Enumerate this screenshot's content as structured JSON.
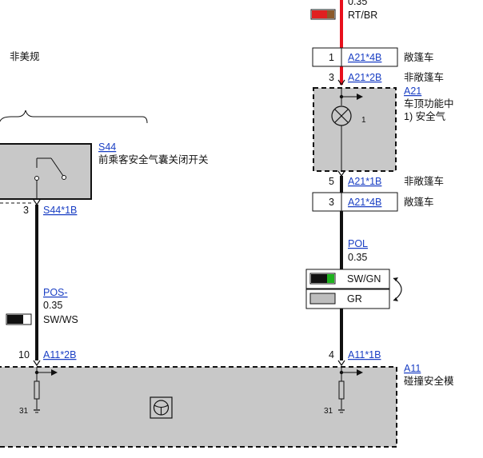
{
  "colors": {
    "wire_black": "#111111",
    "wire_red": "#e8101c",
    "link": "#1a3fc4",
    "component_fill": "#c8c8c8",
    "green_swatch": "#1fb21f",
    "brown_swatch": "#8b5a2b",
    "red_swatch": "#e02020",
    "gray_swatch": "#bdbdbd"
  },
  "top_wire": {
    "gauge": "0.35",
    "color_code": "RT/BR"
  },
  "region_label": "非美规",
  "connector_a21_4b_top": {
    "pin": "1",
    "ref": "A21*4B",
    "desc": "敞篷车"
  },
  "connector_a21_2b": {
    "pin": "3",
    "ref": "A21*2B",
    "desc": "非敞篷车"
  },
  "component_a21": {
    "ref": "A21",
    "desc_line1": "车顶功能中",
    "desc_line2": "1)  安全气",
    "inner_pin": "1",
    "icon": "lamp-icon"
  },
  "connector_a21_1b": {
    "pin": "5",
    "ref": "A21*1B",
    "desc": "非敞篷车"
  },
  "connector_a21_4b_bottom": {
    "pin": "3",
    "ref": "A21*4B",
    "desc": "敞篷车"
  },
  "wire_pol": {
    "name": "POL",
    "gauge": "0.35",
    "options": [
      {
        "color_code": "SW/GN"
      },
      {
        "color_code": "GR"
      }
    ]
  },
  "switch_s44": {
    "ref": "S44",
    "desc": "前乘客安全气囊关闭开关",
    "pin": "3",
    "connector": "S44*1B",
    "icon": "switch-icon"
  },
  "wire_pos": {
    "name": "POS-",
    "gauge": "0.35",
    "color_code": "SW/WS"
  },
  "connector_a11_2b": {
    "pin": "10",
    "ref": "A11*2B"
  },
  "connector_a11_1b": {
    "pin": "4",
    "ref": "A11*1B"
  },
  "component_a11": {
    "ref": "A11",
    "desc": "碰撞安全模",
    "ground_pin_left": "31",
    "ground_pin_right": "31",
    "icon": "steering-wheel-icon"
  }
}
